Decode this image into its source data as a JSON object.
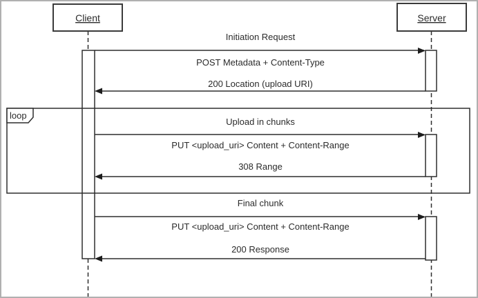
{
  "diagram": {
    "type": "uml-sequence-diagram",
    "actors": {
      "client": "Client",
      "server": "Server"
    },
    "loop_fragment": {
      "label": "loop"
    },
    "sections": [
      {
        "title": "Initiation Request",
        "request": "POST Metadata + Content-Type",
        "response": "200 Location (upload URI)"
      },
      {
        "title": "Upload in chunks",
        "request": "PUT <upload_uri> Content + Content-Range",
        "response": "308 Range"
      },
      {
        "title": "Final chunk",
        "request": "PUT <upload_uri> Content + Content-Range",
        "response": "200 Response"
      }
    ],
    "colors": {
      "line": "#2d2d2d",
      "text": "#2b2b2b",
      "background": "#ffffff",
      "page_border": "#b0b0b0"
    }
  }
}
